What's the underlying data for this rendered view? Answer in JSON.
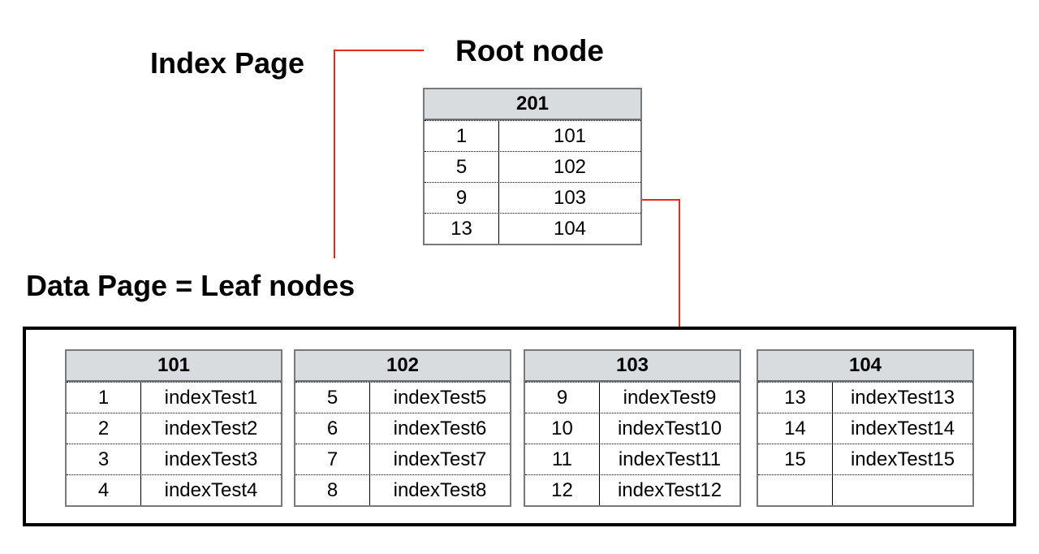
{
  "labels": {
    "index_page": "Index Page",
    "root_node": "Root node",
    "data_page": "Data Page = Leaf nodes"
  },
  "colors": {
    "connector_red": "#e8291c",
    "header_fill": "#d9dcde",
    "box_border": "#000000",
    "table_border": "#77797c",
    "text": "#000000"
  },
  "root_table": {
    "title": "201",
    "rows": [
      {
        "key": "1",
        "value": "101"
      },
      {
        "key": "5",
        "value": "102"
      },
      {
        "key": "9",
        "value": "103"
      },
      {
        "key": "13",
        "value": "104"
      }
    ]
  },
  "leaf_tables": [
    {
      "title": "101",
      "rows": [
        {
          "key": "1",
          "value": "indexTest1"
        },
        {
          "key": "2",
          "value": "indexTest2"
        },
        {
          "key": "3",
          "value": "indexTest3"
        },
        {
          "key": "4",
          "value": "indexTest4"
        }
      ]
    },
    {
      "title": "102",
      "rows": [
        {
          "key": "5",
          "value": "indexTest5"
        },
        {
          "key": "6",
          "value": "indexTest6"
        },
        {
          "key": "7",
          "value": "indexTest7"
        },
        {
          "key": "8",
          "value": "indexTest8"
        }
      ]
    },
    {
      "title": "103",
      "rows": [
        {
          "key": "9",
          "value": "indexTest9"
        },
        {
          "key": "10",
          "value": "indexTest10"
        },
        {
          "key": "11",
          "value": "indexTest11"
        },
        {
          "key": "12",
          "value": "indexTest12"
        }
      ]
    },
    {
      "title": "104",
      "rows": [
        {
          "key": "13",
          "value": "indexTest13"
        },
        {
          "key": "14",
          "value": "indexTest14"
        },
        {
          "key": "15",
          "value": "indexTest15"
        },
        {
          "key": "",
          "value": ""
        }
      ]
    }
  ]
}
